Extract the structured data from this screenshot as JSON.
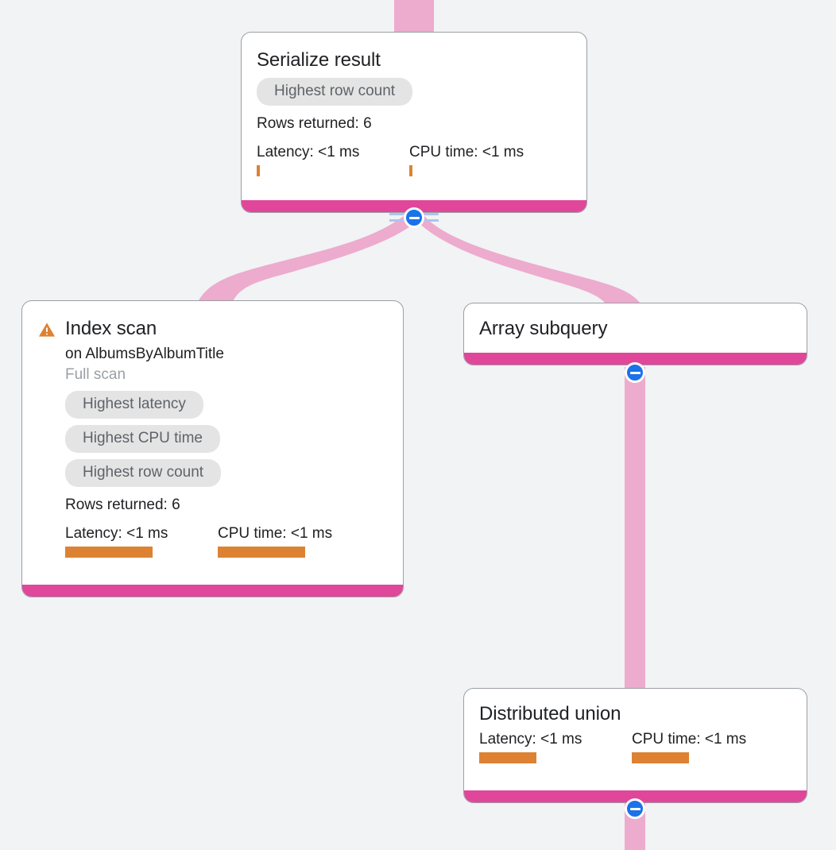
{
  "app": {
    "view_name": "query-execution-plan",
    "background_color": "#F1F3F4",
    "accent_color": "#E0469A",
    "edge_color": "#EDABCE",
    "metric_bar_color": "#DD8233",
    "warning_color": "#DD8233",
    "toggle_color": "#1A73E8",
    "pill_background": "#E4E4E4",
    "pill_text_color": "#5F6368"
  },
  "nodes": [
    {
      "id": "serialize-result",
      "title": "Serialize result",
      "badges": [
        "Highest row count"
      ],
      "rows_returned": "Rows returned: 6",
      "latency_label": "Latency: <1 ms",
      "cpu_label": "CPU time: <1 ms",
      "latency_bar_width": 4,
      "cpu_bar_width": 4,
      "has_warning": false
    },
    {
      "id": "index-scan",
      "title": "Index scan",
      "subtitle": "on AlbumsByAlbumTitle",
      "subtitle_muted": "Full scan",
      "badges": [
        "Highest latency",
        "Highest CPU time",
        "Highest row count"
      ],
      "rows_returned": "Rows returned: 6",
      "latency_label": "Latency: <1 ms",
      "cpu_label": "CPU time: <1 ms",
      "latency_bar_width": 110,
      "cpu_bar_width": 110,
      "has_warning": true
    },
    {
      "id": "array-subquery",
      "title": "Array subquery",
      "badges": [],
      "has_warning": false
    },
    {
      "id": "distributed-union",
      "title": "Distributed union",
      "badges": [],
      "latency_label": "Latency: <1 ms",
      "cpu_label": "CPU time: <1 ms",
      "latency_bar_width": 72,
      "cpu_bar_width": 72,
      "has_warning": false
    }
  ],
  "toggles": [
    {
      "id": "toggle-serialize-result",
      "state": "expanded",
      "symbol": "minus",
      "has_rails": true
    },
    {
      "id": "toggle-array-subquery",
      "state": "expanded",
      "symbol": "minus",
      "has_rails": false
    },
    {
      "id": "toggle-distributed-union",
      "state": "expanded",
      "symbol": "minus",
      "has_rails": false
    }
  ],
  "icons": {
    "warning": "warning-triangle-icon",
    "collapse": "minus-circle-icon"
  }
}
